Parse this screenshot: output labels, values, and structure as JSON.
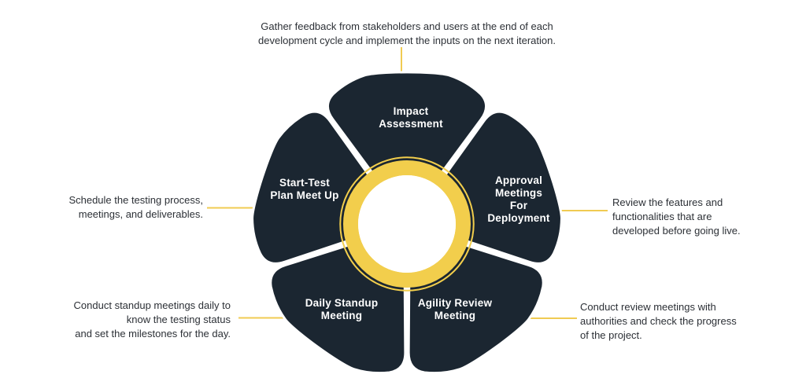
{
  "colors": {
    "petal": "#1B2631",
    "yellow": "#F2CE4C",
    "line": "#F0CB52",
    "text-dark": "#2C3036",
    "label": "#FFFFFF",
    "bg": "#FFFFFF"
  },
  "flower": {
    "petals": [
      {
        "name": "impact-assessment",
        "label": "Impact\nAssessment"
      },
      {
        "name": "approval-meetings",
        "label": "Approval\nMeetings\nFor\nDeployment"
      },
      {
        "name": "start-test-plan",
        "label": "Start-Test\nPlan Meet Up"
      },
      {
        "name": "daily-standup",
        "label": "Daily Standup\nMeeting"
      },
      {
        "name": "agility-review",
        "label": "Agility Review\nMeeting"
      }
    ]
  },
  "annotations": {
    "top": "Gather feedback from stakeholders and users at the end of each\ndevelopment cycle and implement the inputs on the next iteration.",
    "left": "Schedule the testing process,\nmeetings, and deliverables.",
    "right": "Review the features and\nfunctionalities that are\ndeveloped before going live.",
    "bottom_left": "Conduct standup meetings daily to\nknow the testing status\nand set the milestones for the day.",
    "bottom_right": "Conduct review meetings with\nauthorities and check the progress\nof the project."
  }
}
